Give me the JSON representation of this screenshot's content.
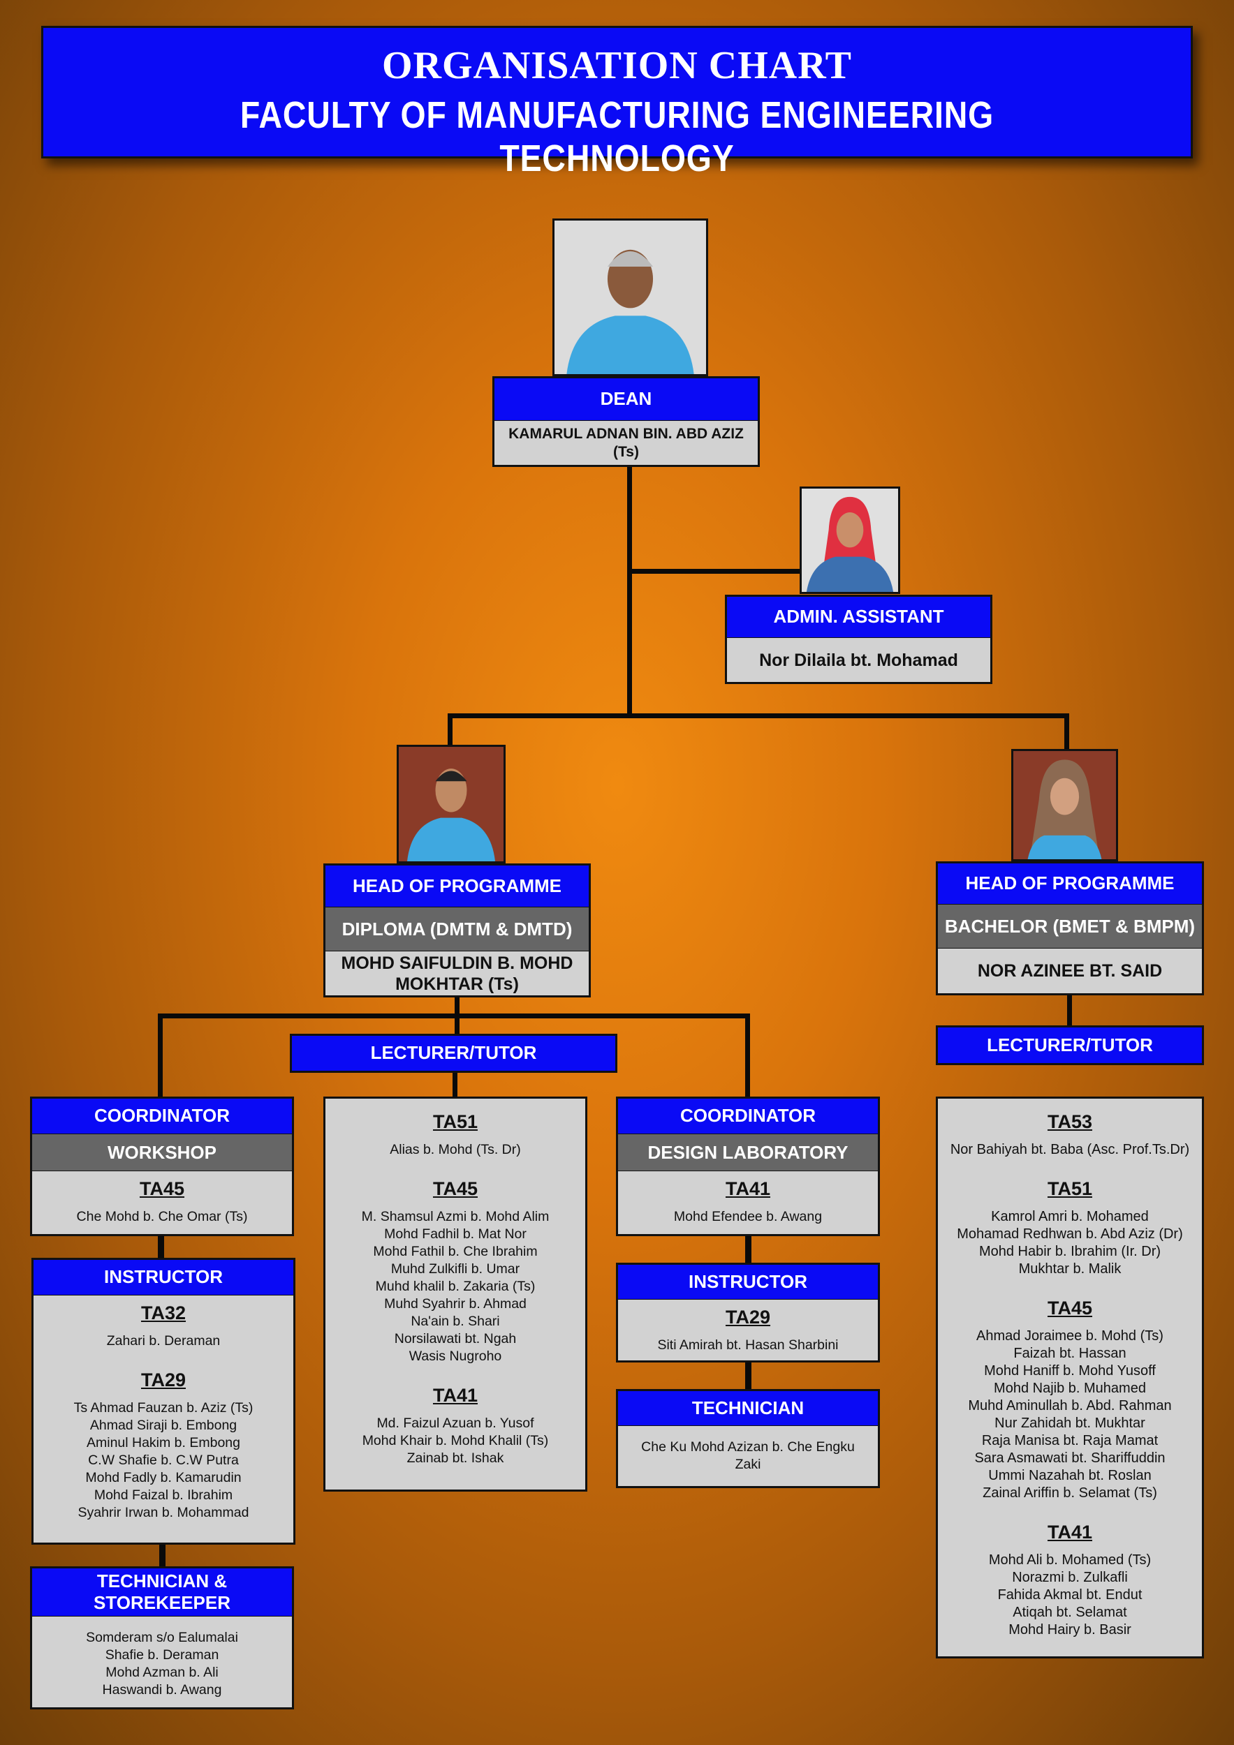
{
  "banner": {
    "title": "ORGANISATION CHART",
    "subtitle": "FACULTY OF MANUFACTURING ENGINEERING TECHNOLOGY"
  },
  "dean": {
    "role": "DEAN",
    "name": "KAMARUL ADNAN BIN. ABD AZIZ (Ts)"
  },
  "admin": {
    "role": "ADMIN. ASSISTANT",
    "name": "Nor Dilaila bt. Mohamad"
  },
  "hop_diploma": {
    "role": "HEAD OF PROGRAMME",
    "programme": "DIPLOMA (DMTM & DMTD)",
    "name": "MOHD SAIFULDIN B. MOHD MOKHTAR (Ts)"
  },
  "hop_bachelor": {
    "role": "HEAD OF PROGRAMME",
    "programme": "BACHELOR (BMET & BMPM)",
    "name": "NOR AZINEE BT. SAID"
  },
  "lecturer_left": {
    "label": "LECTURER/TUTOR",
    "sections": [
      {
        "grade": "TA51",
        "names": [
          "Alias b. Mohd (Ts. Dr)"
        ]
      },
      {
        "grade": "TA45",
        "names": [
          "M. Shamsul Azmi b. Mohd Alim",
          "Mohd Fadhil b. Mat Nor",
          "Mohd Fathil b. Che Ibrahim",
          "Muhd Zulkifli b. Umar",
          "Muhd khalil b. Zakaria (Ts)",
          "Muhd Syahrir b. Ahmad",
          "Na'ain b. Shari",
          "Norsilawati bt. Ngah",
          "Wasis Nugroho"
        ]
      },
      {
        "grade": "TA41",
        "names": [
          "Md. Faizul Azuan b. Yusof",
          "Mohd Khair b. Mohd Khalil (Ts)",
          "Zainab bt. Ishak"
        ]
      }
    ]
  },
  "lecturer_right": {
    "label": "LECTURER/TUTOR",
    "sections": [
      {
        "grade": "TA53",
        "names": [
          "Nor Bahiyah bt. Baba (Asc. Prof.Ts.Dr)"
        ]
      },
      {
        "grade": "TA51",
        "names": [
          "Kamrol Amri b. Mohamed",
          "Mohamad Redhwan b. Abd Aziz (Dr)",
          "Mohd Habir b. Ibrahim (Ir. Dr)",
          "Mukhtar b. Malik"
        ]
      },
      {
        "grade": "TA45",
        "names": [
          "Ahmad Joraimee b. Mohd (Ts)",
          "Faizah bt. Hassan",
          "Mohd Haniff b. Mohd Yusoff",
          "Mohd Najib b. Muhamed",
          "Muhd Aminullah b. Abd. Rahman",
          "Nur Zahidah bt. Mukhtar",
          "Raja Manisa bt. Raja Mamat",
          "Sara Asmawati bt. Shariffuddin",
          "Ummi Nazahah bt. Roslan",
          "Zainal Ariffin b. Selamat (Ts)"
        ]
      },
      {
        "grade": "TA41",
        "names": [
          "Mohd Ali b. Mohamed (Ts)",
          "Norazmi b. Zulkafli",
          "Fahida Akmal bt. Endut",
          "Atiqah bt. Selamat",
          "Mohd Hairy b. Basir"
        ]
      }
    ]
  },
  "workshop": {
    "role": "COORDINATOR",
    "unit": "WORKSHOP",
    "sections": [
      {
        "grade": "TA45",
        "names": [
          "Che Mohd b. Che Omar (Ts)"
        ]
      }
    ]
  },
  "workshop_instructor": {
    "role": "INSTRUCTOR",
    "sections": [
      {
        "grade": "TA32",
        "names": [
          "Zahari b. Deraman"
        ]
      },
      {
        "grade": "TA29",
        "names": [
          "Ts Ahmad Fauzan b. Aziz (Ts)",
          "Ahmad Siraji b. Embong",
          "Aminul Hakim b. Embong",
          "C.W Shafie b. C.W Putra",
          "Mohd Fadly b. Kamarudin",
          "Mohd Faizal b. Ibrahim",
          "Syahrir Irwan b. Mohammad"
        ]
      }
    ]
  },
  "storekeeper": {
    "role": "TECHNICIAN & STOREKEEPER",
    "sections": [
      {
        "grade": "",
        "names": [
          "Somderam s/o Ealumalai",
          "Shafie b. Deraman",
          "Mohd Azman b. Ali",
          "Haswandi b. Awang"
        ]
      }
    ]
  },
  "design": {
    "role": "COORDINATOR",
    "unit": "DESIGN LABORATORY",
    "sections": [
      {
        "grade": "TA41",
        "names": [
          "Mohd Efendee b. Awang"
        ]
      }
    ]
  },
  "design_instructor": {
    "role": "INSTRUCTOR",
    "sections": [
      {
        "grade": "TA29",
        "names": [
          "Siti Amirah bt. Hasan Sharbini"
        ]
      }
    ]
  },
  "design_technician": {
    "role": "TECHNICIAN",
    "sections": [
      {
        "grade": "",
        "names": [
          "Che Ku Mohd Azizan b. Che Engku Zaki"
        ]
      }
    ]
  },
  "colors": {
    "header_blue": "#0a0af5",
    "sub_grey": "#666666",
    "box_grey": "#d2d2d2"
  }
}
